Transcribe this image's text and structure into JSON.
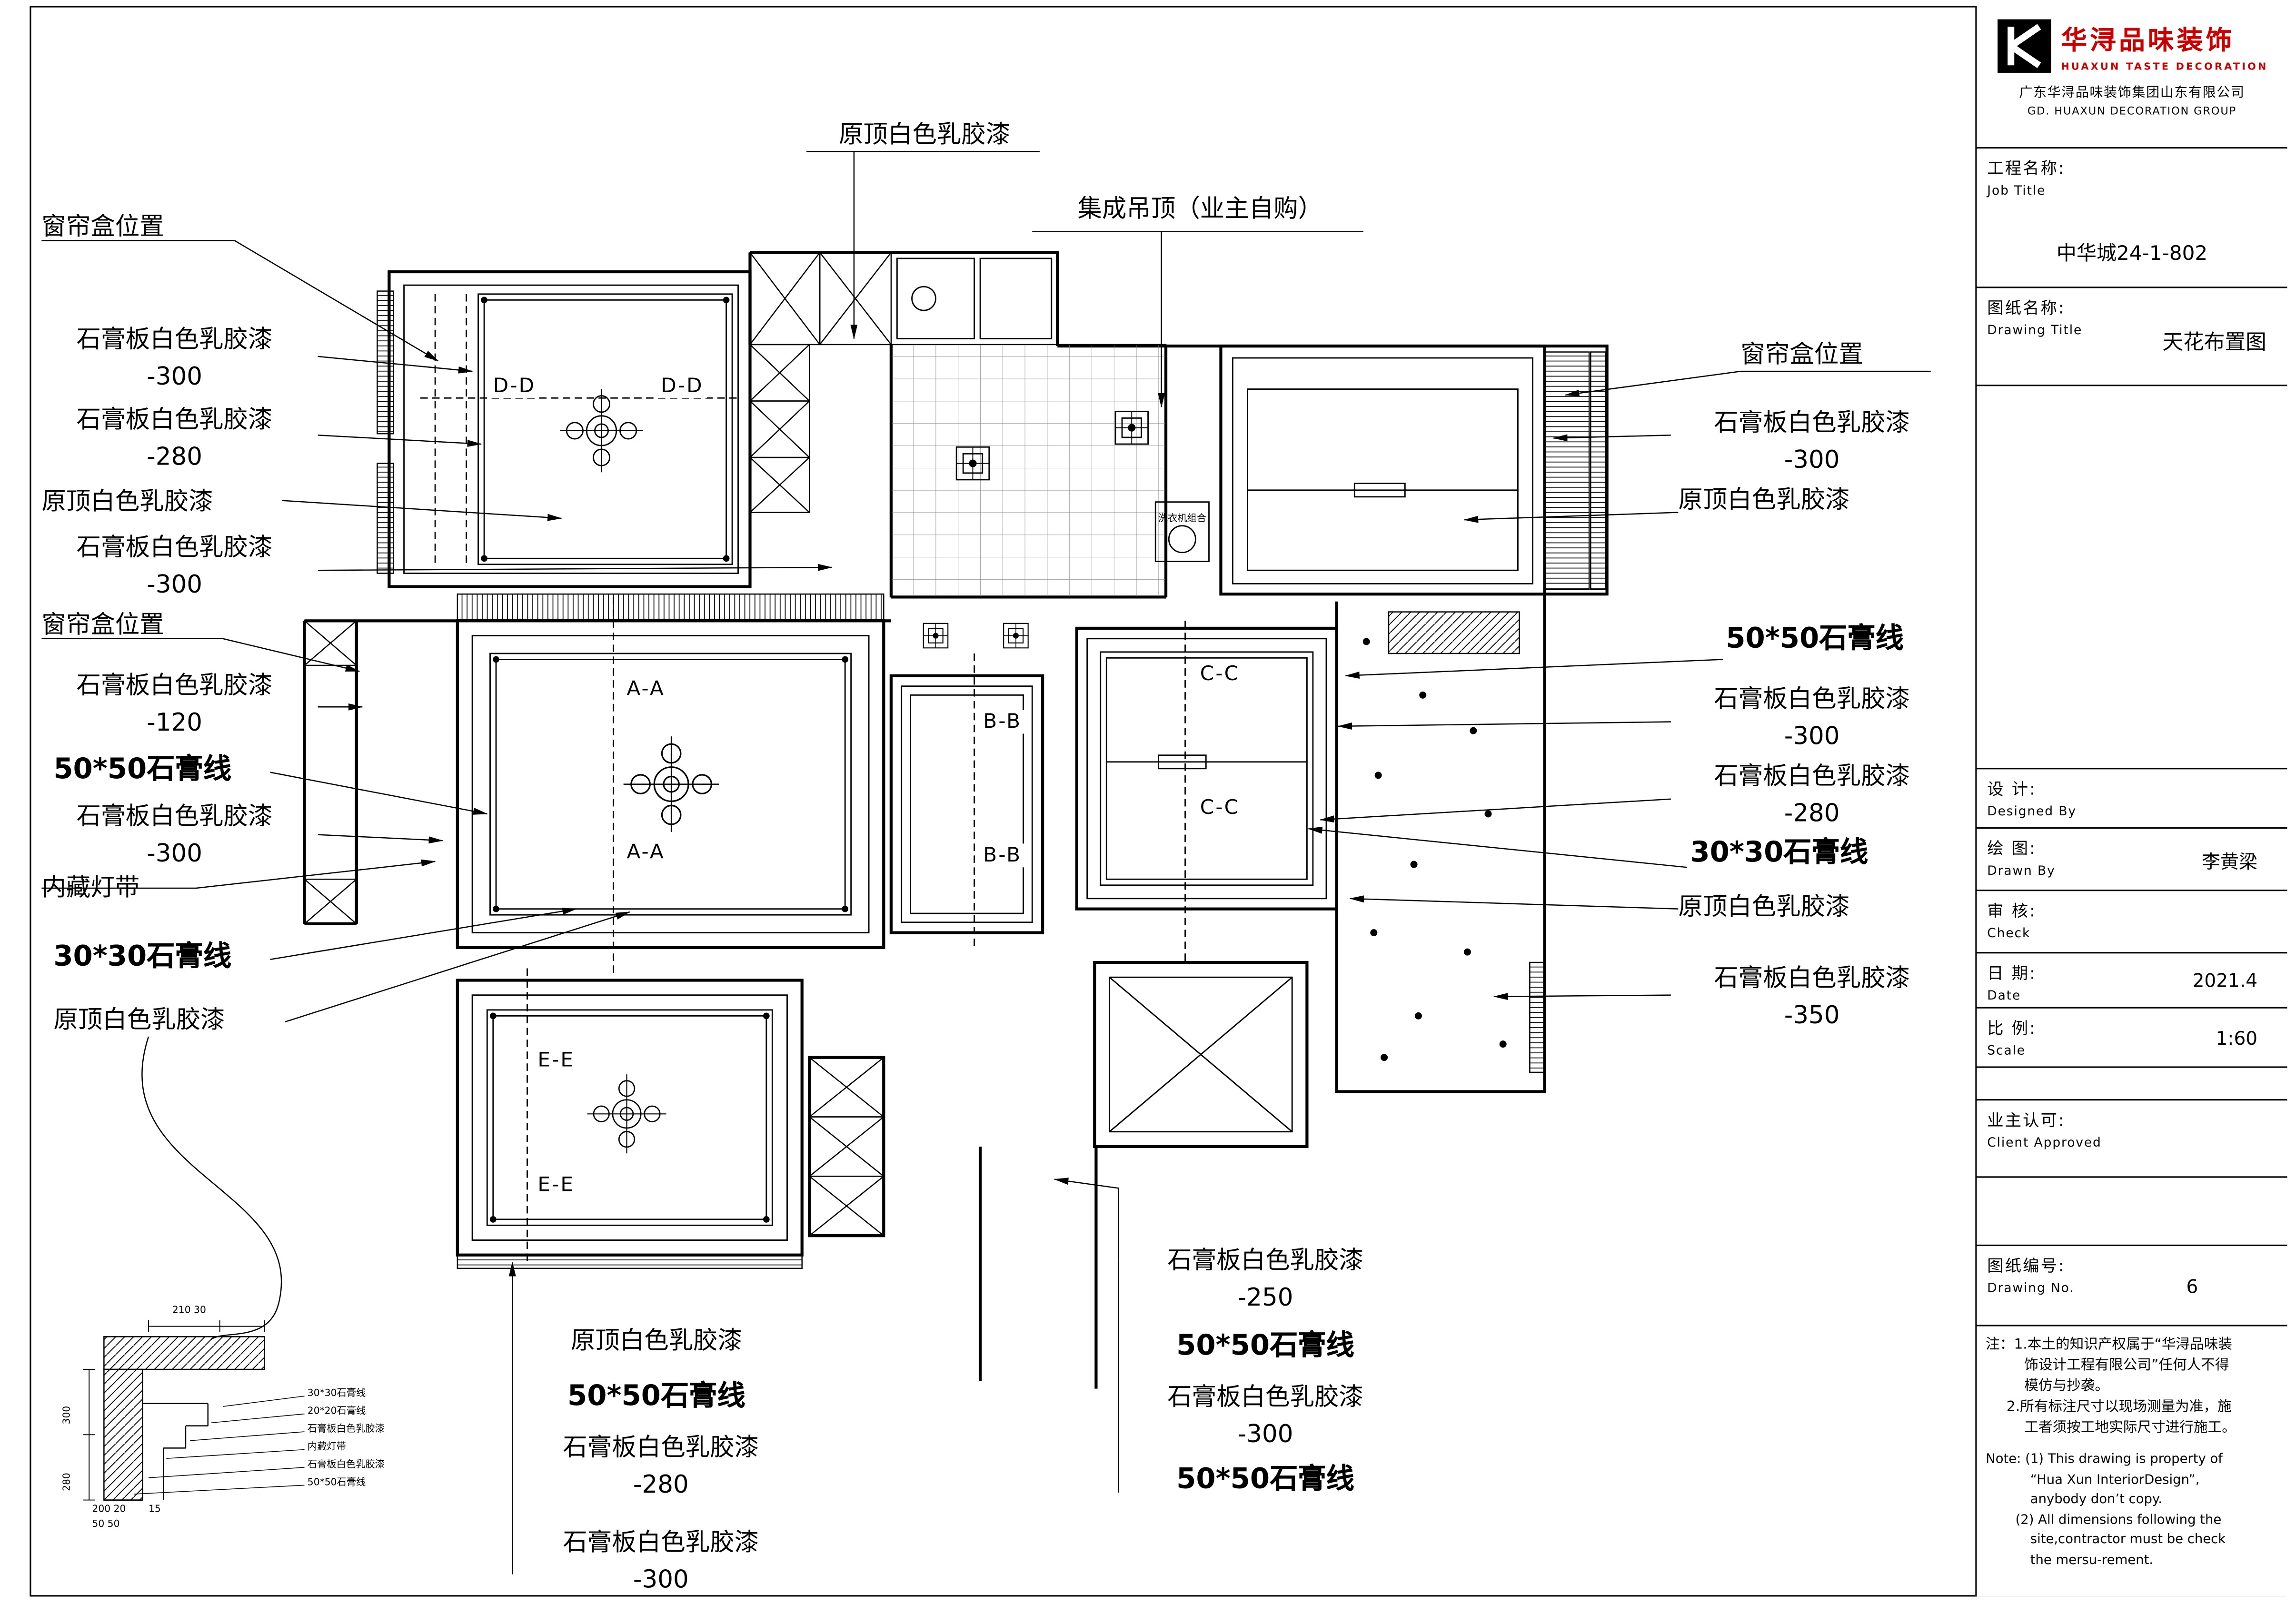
{
  "brand": {
    "name_cn": "华浔品味装饰",
    "name_en": "HUAXUN TASTE DECORATION",
    "company_cn": "广东华浔品味装饰集团山东有限公司",
    "company_en": "GD.  HUAXUN  DECORATION  GROUP"
  },
  "titleblock": {
    "job_label_cn": "工程名称:",
    "job_label_en": "Job Title",
    "job_value": "中华城24-1-802",
    "drawing_label_cn": "图纸名称:",
    "drawing_label_en": "Drawing Title",
    "drawing_value": "天花布置图",
    "designed_cn": "设  计:",
    "designed_en": "Designed By",
    "drawn_cn": "绘  图:",
    "drawn_en": "Drawn By",
    "drawn_value": "李黄梁",
    "check_cn": "审  核:",
    "check_en": "Check",
    "date_cn": "日  期:",
    "date_en": "Date",
    "date_value": "2021.4",
    "scale_cn": "比  例:",
    "scale_en": "Scale",
    "scale_value": "1:60",
    "client_cn": "业主认可:",
    "client_en": "Client Approved",
    "no_cn": "图纸编号:",
    "no_en": "Drawing No.",
    "no_value": "6",
    "note_cn_1": "注：1.本土的知识产权属于“华浔品味装",
    "note_cn_2": "饰设计工程有限公司”任何人不得",
    "note_cn_3": "模仿与抄袭。",
    "note_cn_4": "2.所有标注尺寸以现场测量为准，施",
    "note_cn_5": "工者须按工地实际尺寸进行施工。",
    "note_en_1": "Note:  (1) This drawing is property of",
    "note_en_2": "“Hua Xun InteriorDesign”,",
    "note_en_3": "anybody don’t copy.",
    "note_en_4": "(2) All dimensions following the",
    "note_en_5": "site,contractor must be check",
    "note_en_6": "the mersu-rement."
  },
  "annotations": {
    "top": [
      {
        "text": "原顶白色乳胶漆"
      },
      {
        "text": "集成吊顶（业主自购）"
      }
    ],
    "left": [
      {
        "l1": "窗帘盒位置"
      },
      {
        "l1": "石膏板白色乳胶漆",
        "l2": "-300"
      },
      {
        "l1": "石膏板白色乳胶漆",
        "l2": "-280"
      },
      {
        "l1": "原顶白色乳胶漆"
      },
      {
        "l1": "石膏板白色乳胶漆",
        "l2": "-300"
      },
      {
        "l1": "窗帘盒位置"
      },
      {
        "l1": "石膏板白色乳胶漆",
        "l2": "-120"
      },
      {
        "l1": "50*50石膏线",
        "bold": true
      },
      {
        "l1": "石膏板白色乳胶漆",
        "l2": "-300"
      },
      {
        "l1": "内藏灯带"
      },
      {
        "l1": "30*30石膏线",
        "bold": true
      },
      {
        "l1": "原顶白色乳胶漆"
      }
    ],
    "right": [
      {
        "l1": "窗帘盒位置"
      },
      {
        "l1": "石膏板白色乳胶漆",
        "l2": "-300"
      },
      {
        "l1": "原顶白色乳胶漆"
      },
      {
        "l1": "50*50石膏线",
        "bold": true
      },
      {
        "l1": "石膏板白色乳胶漆",
        "l2": "-300"
      },
      {
        "l1": "石膏板白色乳胶漆",
        "l2": "-280"
      },
      {
        "l1": "30*30石膏线",
        "bold": true
      },
      {
        "l1": "原顶白色乳胶漆"
      },
      {
        "l1": "石膏板白色乳胶漆",
        "l2": "-350"
      }
    ],
    "bottom_left": [
      {
        "l1": "原顶白色乳胶漆"
      },
      {
        "l1": "50*50石膏线",
        "bold": true
      },
      {
        "l1": "石膏板白色乳胶漆",
        "l2": "-280"
      },
      {
        "l1": "石膏板白色乳胶漆",
        "l2": "-300"
      }
    ],
    "bottom_mid": [
      {
        "l1": "石膏板白色乳胶漆",
        "l2": "-250"
      },
      {
        "l1": "50*50石膏线",
        "bold": true
      },
      {
        "l1": "石膏板白色乳胶漆",
        "l2": "-300"
      },
      {
        "l1": "50*50石膏线",
        "bold": true
      }
    ]
  },
  "markers": {
    "dd1": "D-D",
    "dd2": "D-D",
    "aa1": "A-A",
    "aa2": "A-A",
    "bb1": "B-B",
    "bb2": "B-B",
    "cc1": "C-C",
    "cc2": "C-C",
    "ee1": "E-E",
    "ee2": "E-E"
  },
  "plan_labels": {
    "washer": "洗衣机组合"
  },
  "detail": {
    "dim_top": "210 30",
    "labels": [
      "30*30石膏线",
      "20*20石膏线",
      "石膏板白色乳胶漆",
      "内藏灯带",
      "石膏板白色乳胶漆",
      "50*50石膏线"
    ],
    "dims_left": [
      "300",
      "280"
    ],
    "dims_bottom": [
      "200 20",
      "15",
      "50 50"
    ]
  }
}
